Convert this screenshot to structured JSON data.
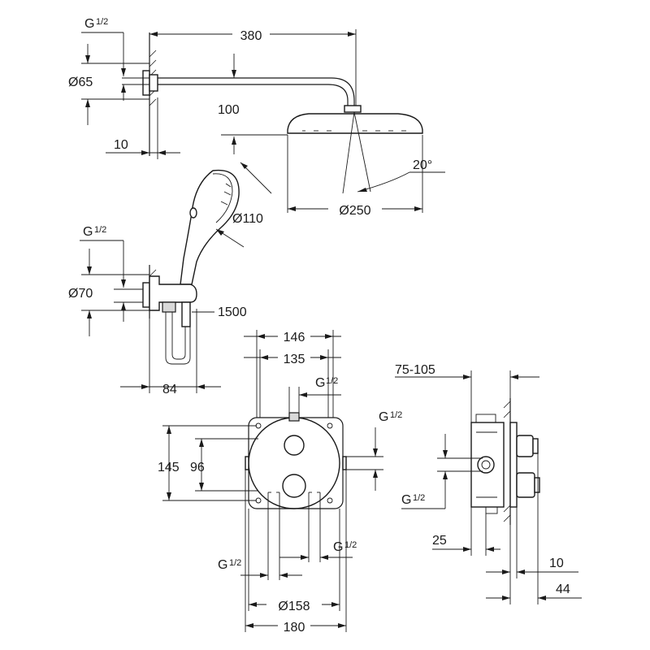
{
  "labels": {
    "head_arm_length": "380",
    "top_thread_g": "G",
    "top_thread_frac": "1/2",
    "wall_plate_dia": "Ø65",
    "arm_drop": "100",
    "wall_gap": "10",
    "head_angle": "20°",
    "head_dia": "Ø250",
    "handshower_dia": "Ø110",
    "elbow_thread_g": "G",
    "elbow_thread_frac": "1/2",
    "elbow_dia": "Ø70",
    "hose_length": "1500",
    "holder_projection": "84",
    "box_width_outer": "146",
    "box_width_inner": "135",
    "box_top_thread_g": "G",
    "box_top_thread_frac": "1/2",
    "box_side_thread_g": "G",
    "box_side_thread_frac": "1/2",
    "box_height": "145",
    "box_inner_height": "96",
    "box_bottom_thread_right_g": "G",
    "box_bottom_thread_right_frac": "1/2",
    "box_bottom_thread_left_g": "G",
    "box_bottom_thread_left_frac": "1/2",
    "trim_plate_dia": "Ø158",
    "trim_plate_width": "180",
    "install_depth": "75-105",
    "side_thread_g": "G",
    "side_thread_frac": "1/2",
    "side_depth_25": "25",
    "side_depth_10": "10",
    "side_depth_44": "44"
  }
}
